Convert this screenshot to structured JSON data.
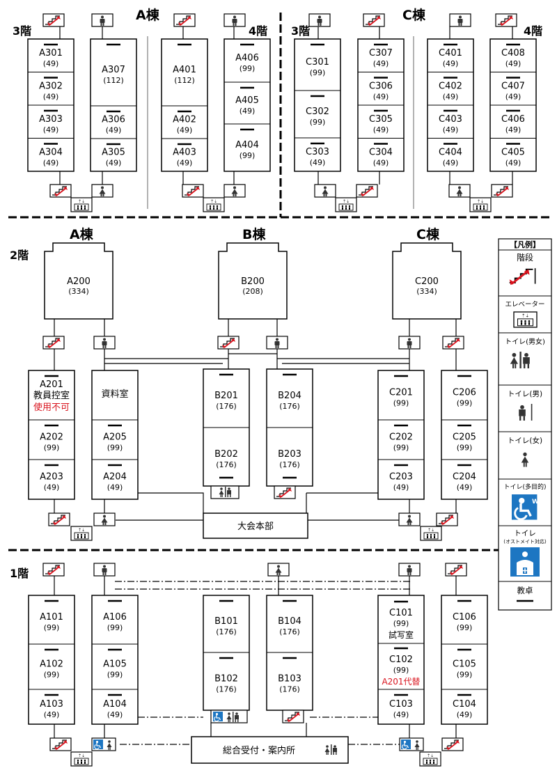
{
  "floors": {
    "f3": "3階",
    "f4": "4階",
    "f2": "2階",
    "f1": "1階"
  },
  "buildings": {
    "a": "A棟",
    "b": "B棟",
    "c": "C棟"
  },
  "floor34": {
    "a3": {
      "left": [
        [
          "A301",
          "(49)"
        ],
        [
          "A302",
          "(49)"
        ],
        [
          "A303",
          "(49)"
        ],
        [
          "A304",
          "(49)"
        ]
      ],
      "right": [
        [
          "A307",
          "(112)"
        ],
        [
          "A306",
          "(49)"
        ],
        [
          "A305",
          "(49)"
        ]
      ]
    },
    "a4": {
      "left": [
        [
          "A401",
          "(112)"
        ],
        [
          "A402",
          "(49)"
        ],
        [
          "A403",
          "(49)"
        ]
      ],
      "right": [
        [
          "A406",
          "(99)"
        ],
        [
          "A405",
          "(49)"
        ],
        [
          "A404",
          "(99)"
        ]
      ]
    },
    "c3": {
      "left": [
        [
          "C301",
          "(99)"
        ],
        [
          "C302",
          "(99)"
        ],
        [
          "C303",
          "(49)"
        ]
      ],
      "right": [
        [
          "C307",
          "(49)"
        ],
        [
          "C306",
          "(49)"
        ],
        [
          "C305",
          "(49)"
        ],
        [
          "C304",
          "(49)"
        ]
      ]
    },
    "c4": {
      "left": [
        [
          "C401",
          "(49)"
        ],
        [
          "C402",
          "(49)"
        ],
        [
          "C403",
          "(49)"
        ],
        [
          "C404",
          "(49)"
        ]
      ],
      "right": [
        [
          "C408",
          "(49)"
        ],
        [
          "C407",
          "(49)"
        ],
        [
          "C406",
          "(49)"
        ],
        [
          "C405",
          "(49)"
        ]
      ]
    }
  },
  "floor2": {
    "big": [
      [
        "A200",
        "(334)"
      ],
      [
        "B200",
        "(208)"
      ],
      [
        "C200",
        "(334)"
      ]
    ],
    "a201": {
      "name": "A201",
      "sub": "教員控室",
      "note": "使用不可"
    },
    "a202": [
      "A202",
      "(99)"
    ],
    "a203": [
      "A203",
      "(49)"
    ],
    "shiryo": "資料室",
    "a205": [
      "A205",
      "(99)"
    ],
    "a204": [
      "A204",
      "(49)"
    ],
    "b201": [
      "B201",
      "(176)"
    ],
    "b202": [
      "B202",
      "(176)"
    ],
    "b204": [
      "B204",
      "(176)"
    ],
    "b203": [
      "B203",
      "(176)"
    ],
    "c201": [
      "C201",
      "(99)"
    ],
    "c202": [
      "C202",
      "(99)"
    ],
    "c203": [
      "C203",
      "(49)"
    ],
    "c206": [
      "C206",
      "(99)"
    ],
    "c205": [
      "C205",
      "(99)"
    ],
    "c204": [
      "C204",
      "(49)"
    ],
    "hq": "大会本部"
  },
  "floor1": {
    "a101": [
      "A101",
      "(99)"
    ],
    "a102": [
      "A102",
      "(99)"
    ],
    "a103": [
      "A103",
      "(49)"
    ],
    "a106": [
      "A106",
      "(99)"
    ],
    "a105": [
      "A105",
      "(99)"
    ],
    "a104": [
      "A104",
      "(49)"
    ],
    "b101": [
      "B101",
      "(176)"
    ],
    "b102": [
      "B102",
      "(176)"
    ],
    "b104": [
      "B104",
      "(176)"
    ],
    "b103": [
      "B103",
      "(176)"
    ],
    "c101": {
      "name": "C101",
      "cap": "(99)",
      "note": "試写室"
    },
    "c102": {
      "name": "C102",
      "cap": "(99)",
      "note": "A201代替"
    },
    "c103": [
      "C103",
      "(49)"
    ],
    "c106": [
      "C106",
      "(99)"
    ],
    "c105": [
      "C105",
      "(99)"
    ],
    "c104": [
      "C104",
      "(49)"
    ],
    "reception": "総合受付・案内所"
  },
  "legend": {
    "title": "【凡例】",
    "stairs": "階段",
    "elevator": "エレベーター",
    "toilet_both": "トイレ(男女)",
    "toilet_m": "トイレ(男)",
    "toilet_f": "トイレ(女)",
    "toilet_multi": "トイレ(多目的)",
    "toilet_ostomate": "トイレ",
    "toilet_ostomate_sub": "(オストメイト対応)",
    "podium": "教卓"
  },
  "colors": {
    "accent_red": "#d9141e",
    "wc_blue": "#1d76c2"
  }
}
